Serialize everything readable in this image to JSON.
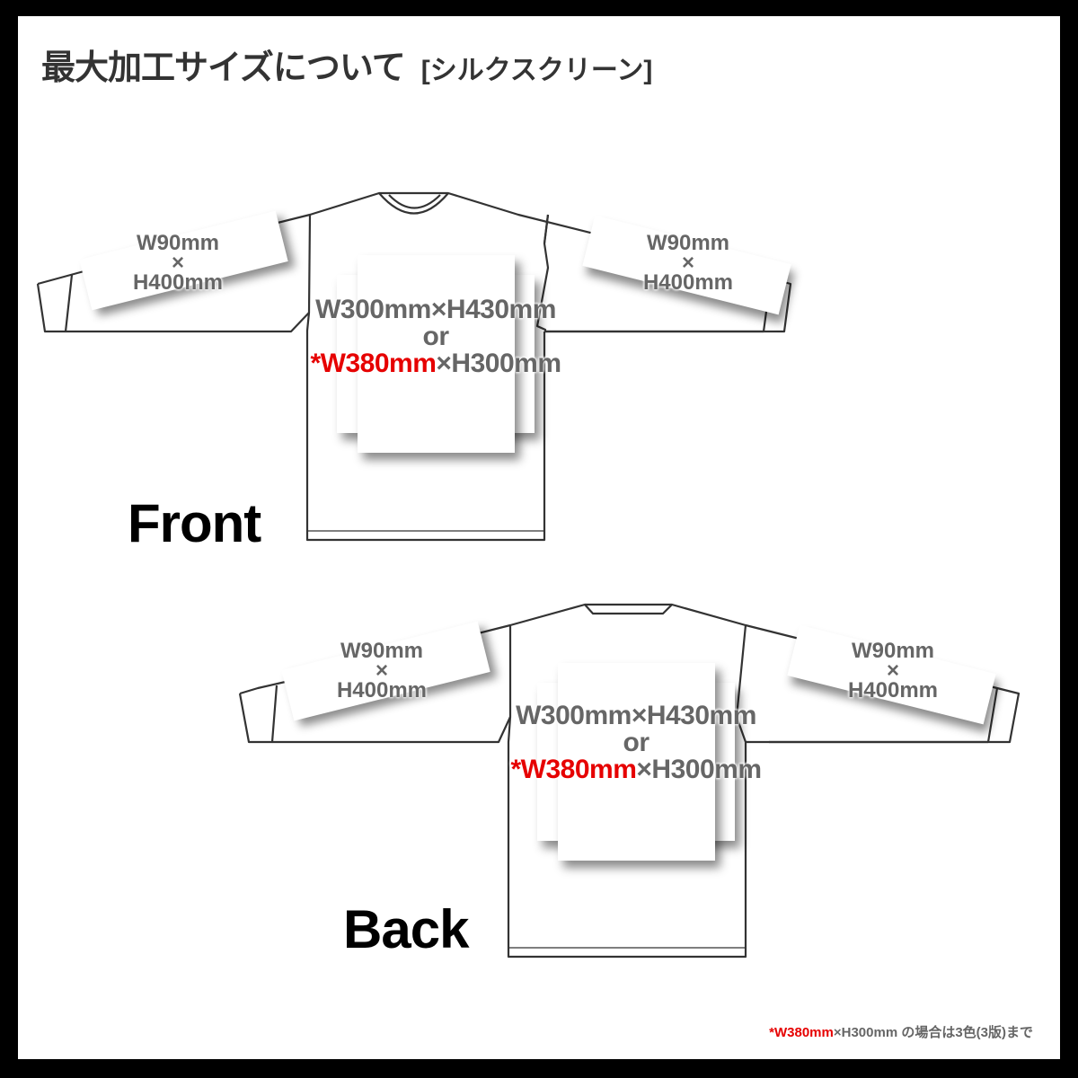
{
  "header": {
    "title": "最大加工サイズについて",
    "subtitle": "[シルクスクリーン]"
  },
  "front": {
    "view_label": "Front",
    "left_sleeve": {
      "width": "W90mm",
      "times": "×",
      "height": "H400mm"
    },
    "right_sleeve": {
      "width": "W90mm",
      "times": "×",
      "height": "H400mm"
    },
    "body": {
      "size_a": "W300mm×H430mm",
      "or": "or",
      "size_b_red": "*W380mm",
      "size_b_rest": "×H300mm"
    }
  },
  "back": {
    "view_label": "Back",
    "left_sleeve": {
      "width": "W90mm",
      "times": "×",
      "height": "H400mm"
    },
    "right_sleeve": {
      "width": "W90mm",
      "times": "×",
      "height": "H400mm"
    },
    "body": {
      "size_a": "W300mm×H430mm",
      "or": "or",
      "size_b_red": "*W380mm",
      "size_b_rest": "×H300mm"
    }
  },
  "footnote": {
    "red": "*W380mm",
    "rest": "×H300mm の場合は3色(3版)まで"
  },
  "colors": {
    "accent_red": "#e60000",
    "label_gray": "#666666",
    "outline": "#333333",
    "frame": "#000000"
  }
}
